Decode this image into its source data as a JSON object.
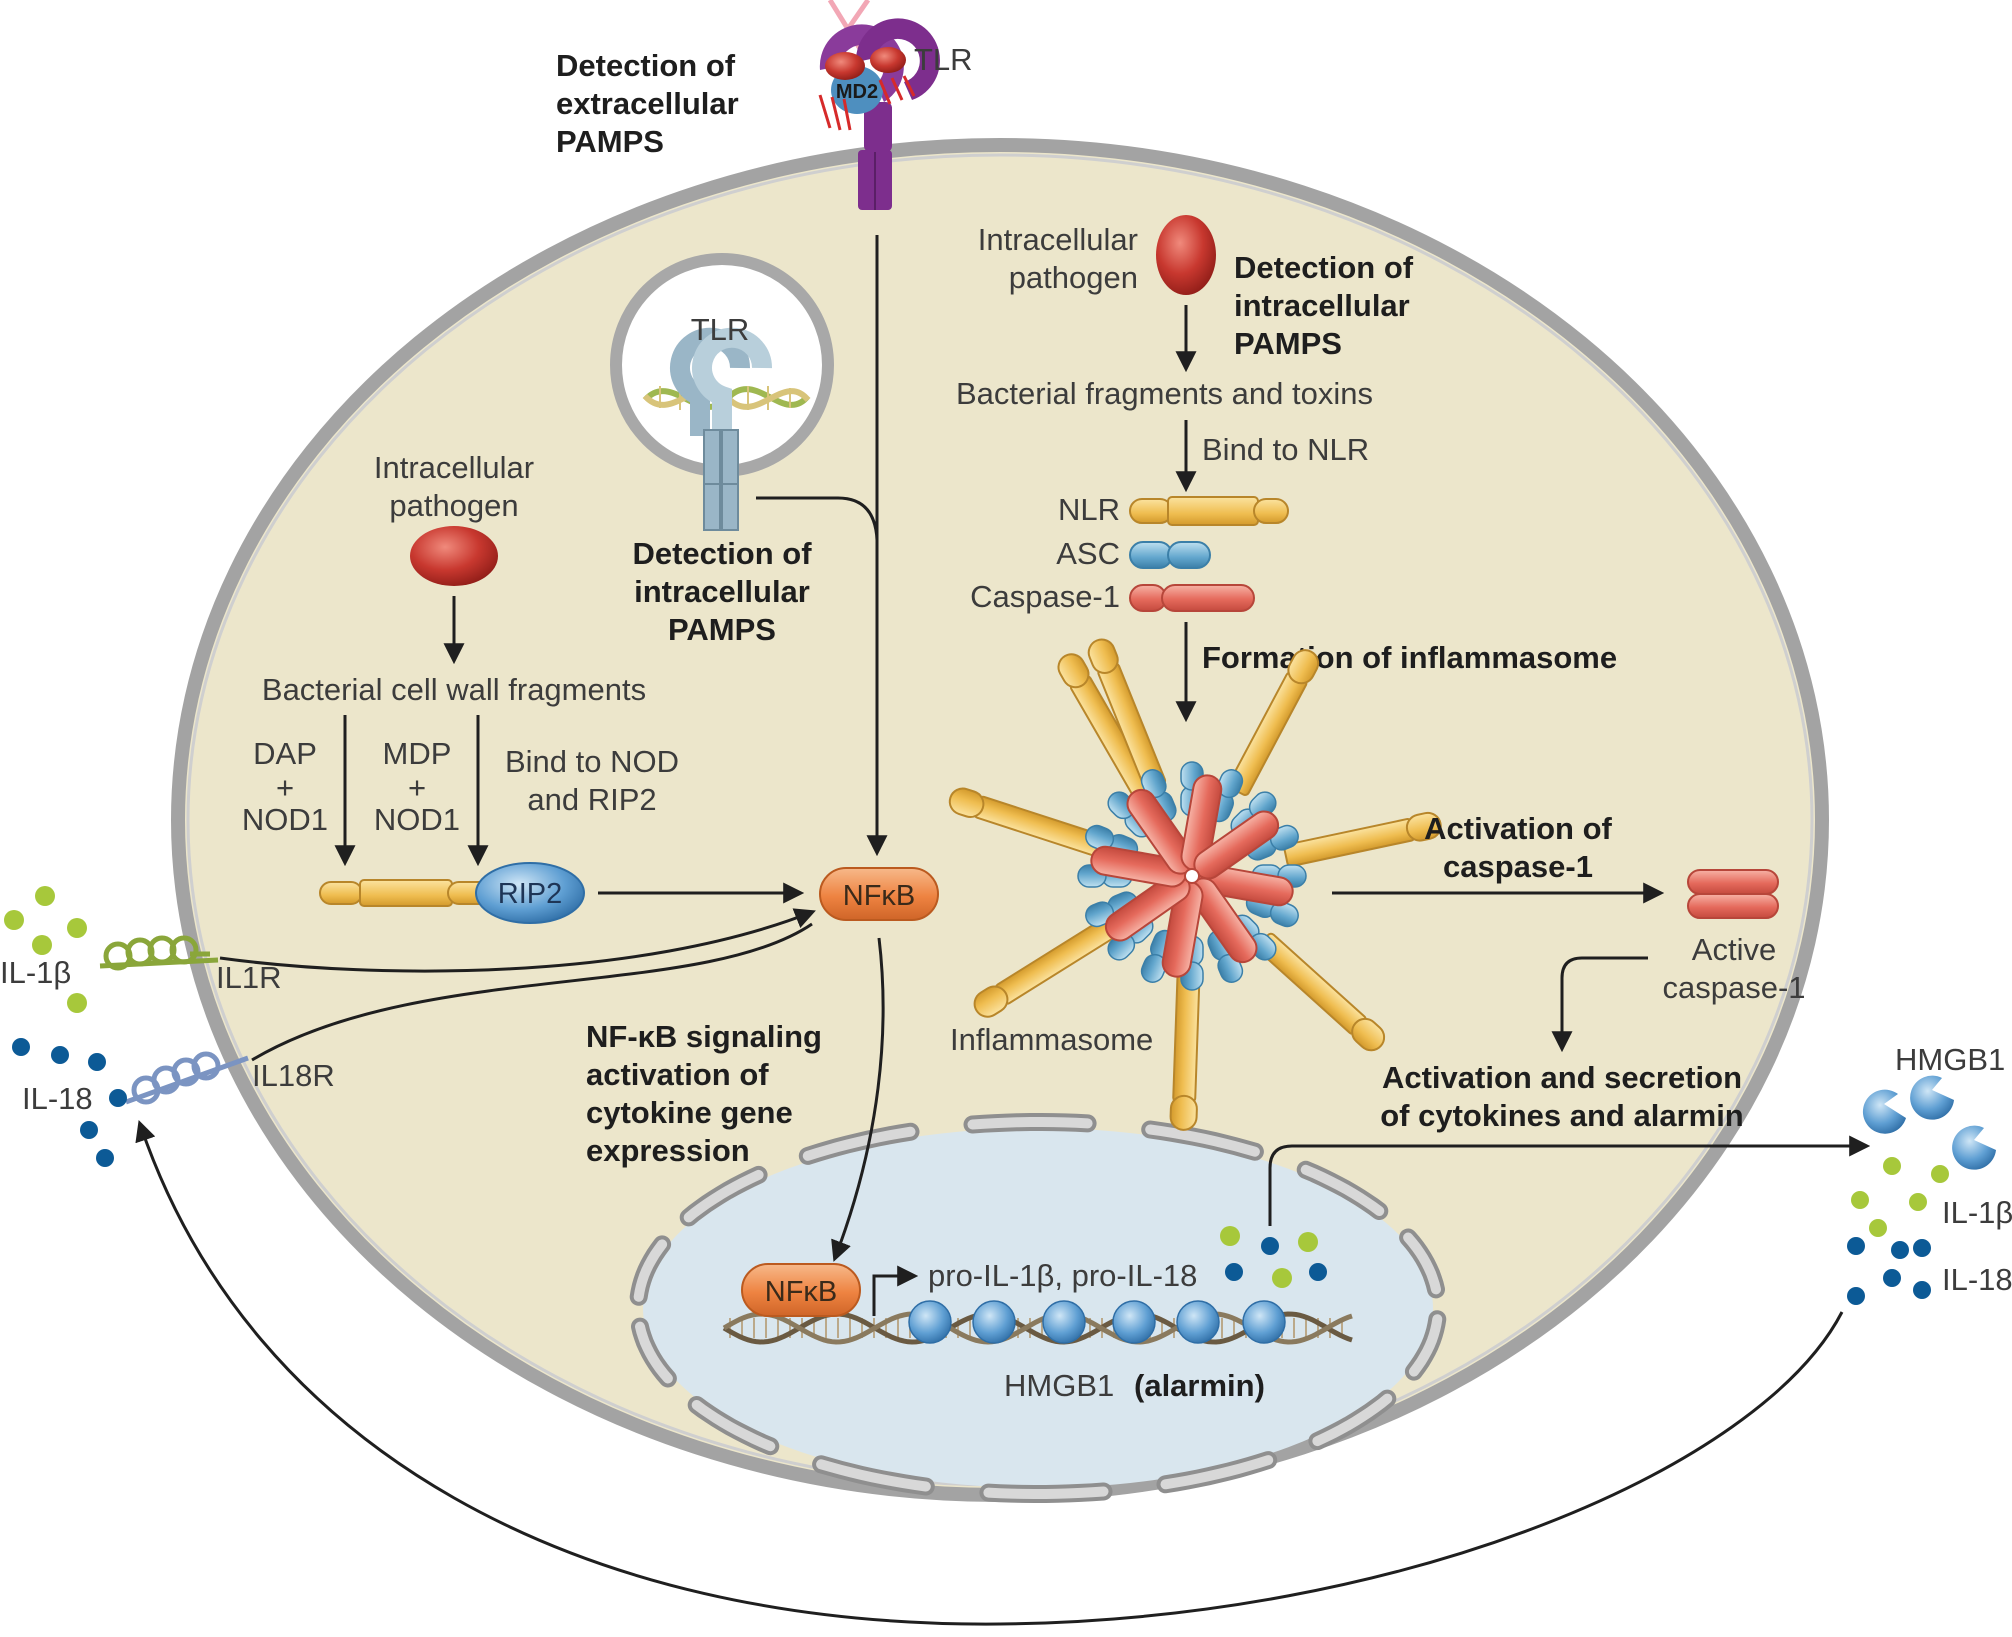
{
  "colors": {
    "cytoplasm": "#ece6cb",
    "nucleus": "#d9e6ee",
    "nlr": "#f1c55e",
    "asc": "#6aa7cc",
    "caspase": "#e4685a",
    "nfkb": "#ef8744",
    "pathogen": "#c3322c",
    "tlr_extracellular": "#7d2e8d",
    "tlr_intracellular": "#9ab6c7",
    "il1b_dot": "#a7c83b",
    "il18_dot": "#0c5a96",
    "hmgb1": "#6aaee0"
  },
  "icons": [
    "tlr-receptor-icon",
    "endosome-tlr-icon",
    "pathogen-icon",
    "nlr-icon",
    "asc-icon",
    "caspase-icon",
    "inflammasome-icon",
    "nod1-rip2-icon",
    "il1r-receptor-icon",
    "il18r-receptor-icon",
    "dna-helix-icon",
    "hmgb1-icon"
  ],
  "labels": {
    "tlr_top": "TLR",
    "md2": "MD2",
    "detection_extracellular": [
      "Detection of",
      "extracellular",
      "PAMPS"
    ],
    "tlr_endosome": "TLR",
    "detection_intracellular_center": [
      "Detection of",
      "intracellular",
      "PAMPS"
    ],
    "intracellular_pathogen_left": [
      "Intracellular",
      "pathogen"
    ],
    "bacterial_cell_wall": "Bacterial cell wall fragments",
    "dap": "DAP",
    "mdp": "MDP",
    "plus": "+",
    "nod1": "NOD1",
    "bind_nod_rip2": [
      "Bind to NOD",
      "and RIP2"
    ],
    "rip2": "RIP2",
    "nfkb": "NFκB",
    "il1b": "IL-1β",
    "il1r": "IL1R",
    "il18": "IL-18",
    "il18r": "IL18R",
    "nfkb_signaling": [
      "NF-κB signaling",
      "activation of",
      "cytokine gene",
      "expression"
    ],
    "intracellular_pathogen_right": [
      "Intracellular",
      "pathogen"
    ],
    "detection_intracellular_right": [
      "Detection of",
      "intracellular",
      "PAMPS"
    ],
    "bacterial_fragments_toxins": "Bacterial fragments and toxins",
    "bind_nlr": "Bind to NLR",
    "nlr": "NLR",
    "asc": "ASC",
    "caspase1": "Caspase-1",
    "formation_inflammasome": "Formation of inflammasome",
    "inflammasome": "Inflammasome",
    "activation_caspase": [
      "Activation of",
      "caspase-1"
    ],
    "active_caspase": [
      "Active",
      "caspase-1"
    ],
    "activation_secretion": [
      "Activation and secretion",
      "of cytokines and alarmin"
    ],
    "hmgb1": "HMGB1",
    "il1b_right": "IL-1β",
    "il18_right": "IL-18",
    "nfkb_nucleus": "NFκB",
    "pro_cytokines": "pro-IL-1β, pro-IL-18",
    "hmgb1_alarmin_a": "HMGB1",
    "hmgb1_alarmin_b": "(alarmin)"
  }
}
